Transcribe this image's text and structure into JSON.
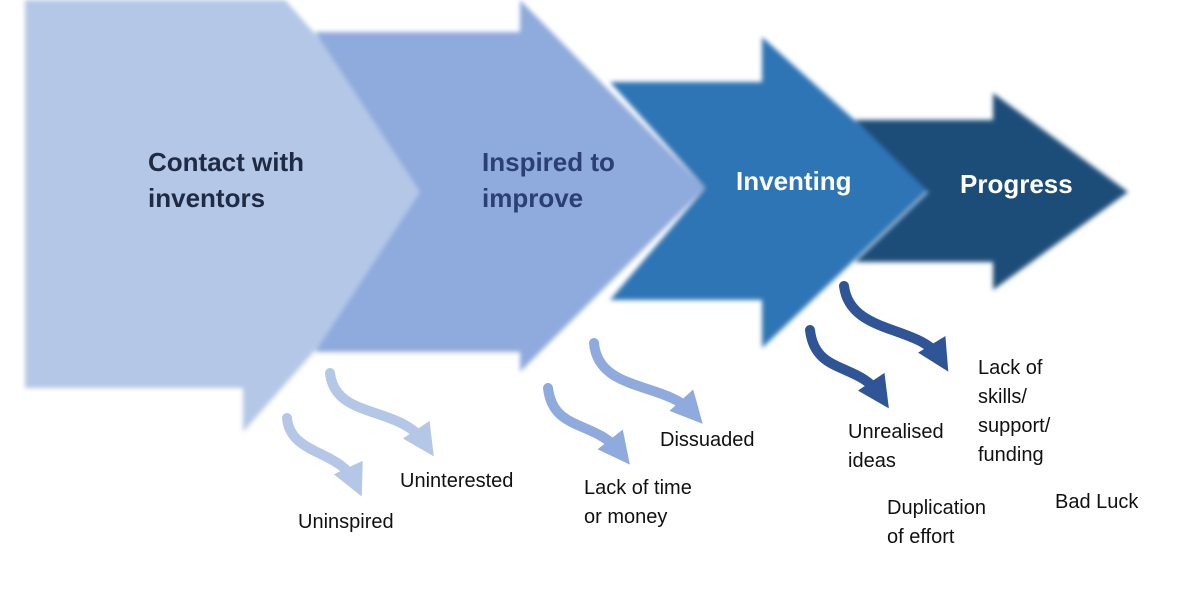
{
  "stages": [
    {
      "label": "Contact with\ninventors",
      "color": "#b4c7e7",
      "text_color": "#1f2a44"
    },
    {
      "label": "Inspired to\nimprove",
      "color": "#8faadc",
      "text_color": "#2a3f73"
    },
    {
      "label": "Inventing",
      "color": "#2e75b6",
      "text_color": "#ffffff"
    },
    {
      "label": "Progress",
      "color": "#1f4e79",
      "text_color": "#ffffff"
    }
  ],
  "dropouts": [
    {
      "label": "Uninspired",
      "stage": "Contact with inventors"
    },
    {
      "label": "Uninterested",
      "stage": "Contact with inventors"
    },
    {
      "label": "Lack of time\nor money",
      "stage": "Inspired to improve"
    },
    {
      "label": "Dissuaded",
      "stage": "Inspired to improve"
    },
    {
      "label": "Unrealised\nideas",
      "stage": "Inventing"
    },
    {
      "label": "Lack of\nskills/\nsupport/\nfunding",
      "stage": "Inventing"
    },
    {
      "label": "Duplication\nof effort",
      "stage": "Inventing"
    },
    {
      "label": "Bad Luck",
      "stage": "Inventing"
    }
  ],
  "colors": {
    "dropout_arrow_light": "#b4c7e7",
    "dropout_arrow_mid": "#8faadc",
    "dropout_arrow_dark": "#2f5597"
  }
}
